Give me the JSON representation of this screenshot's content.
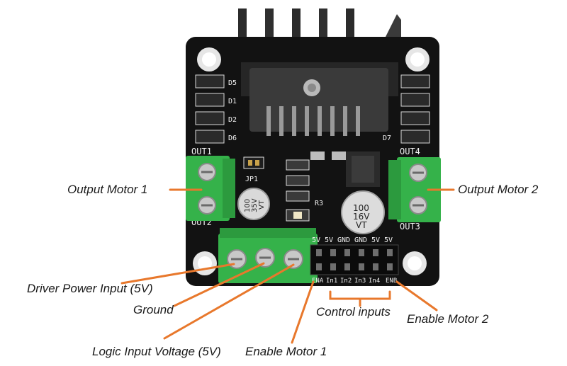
{
  "colors": {
    "background": "#ffffff",
    "pcb": "#121212",
    "terminal_green": "#35b24a",
    "callout_orange": "#e8782c",
    "heatsink": "#2a2a2a",
    "silkscreen": "#f2f2f2"
  },
  "callouts": {
    "output_motor_1": "Output Motor 1",
    "output_motor_2": "Output Motor 2",
    "driver_power_input": "Driver Power Input (5V)",
    "ground": "Ground",
    "logic_input_voltage": "Logic Input Voltage (5V)",
    "enable_motor_1": "Enable Motor 1",
    "control_inputs": "Control inputs",
    "enable_motor_2": "Enable Motor 2"
  },
  "board": {
    "diodes_left": [
      "D5",
      "D1",
      "D2",
      "D6"
    ],
    "diode_right": "D7",
    "out1": "OUT1",
    "out2": "OUT2",
    "out3": "OUT3",
    "out4": "OUT4",
    "jumper": "JP1",
    "resistor": "R3",
    "cap_left": [
      "100",
      "35V",
      "VT"
    ],
    "cap_right": [
      "100",
      "16V",
      "VT"
    ],
    "header_top": [
      "5V",
      "5V",
      "GND",
      "GND",
      "5V",
      "5V"
    ],
    "header_bottom": [
      "ENA",
      "In1",
      "In2",
      "In3",
      "In4",
      "ENB"
    ]
  }
}
